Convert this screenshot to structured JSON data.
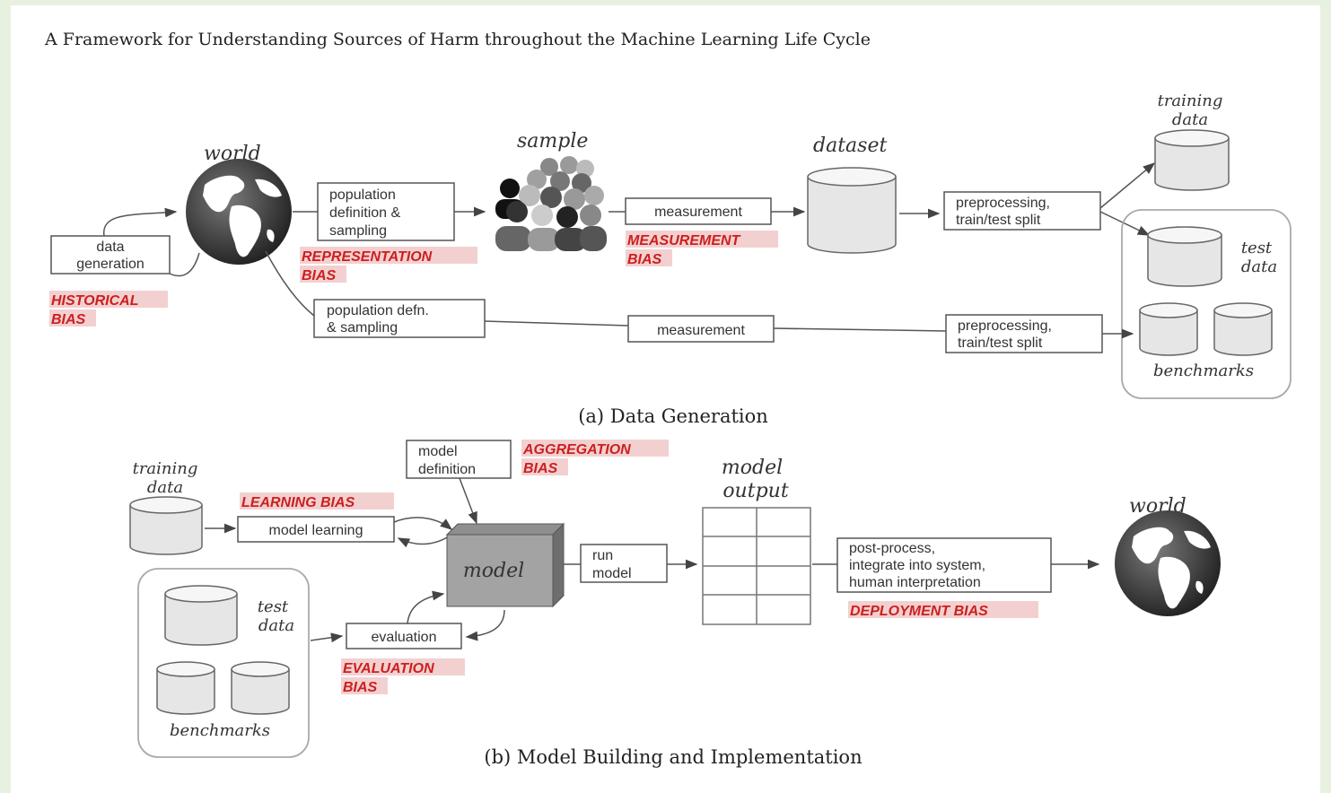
{
  "figure_title": "A Framework for Understanding Sources of Harm throughout the Machine Learning Life Cycle",
  "section_a": {
    "caption": "(a) Data Generation",
    "world_label": "world",
    "sample_label": "sample",
    "dataset_label": "dataset",
    "training_data_label": [
      "training",
      "data"
    ],
    "test_data_label": [
      "test",
      "data"
    ],
    "benchmarks_label": "benchmarks",
    "steps": {
      "data_generation": [
        "data",
        "generation"
      ],
      "population_sampling": [
        "population",
        "definition &",
        "sampling"
      ],
      "measurement_top": [
        "measurement"
      ],
      "preprocessing_top": [
        "preprocessing,",
        "train/test split"
      ],
      "population_defn": [
        "population defn.",
        "& sampling"
      ],
      "measurement_bottom": [
        "measurement"
      ],
      "preprocessing_bottom": [
        "preprocessing,",
        "train/test split"
      ]
    },
    "biases": {
      "historical": [
        "HISTORICAL",
        "BIAS"
      ],
      "representation": [
        "REPRESENTATION",
        "BIAS"
      ],
      "measurement": [
        "MEASUREMENT",
        "BIAS"
      ]
    }
  },
  "section_b": {
    "caption": "(b) Model Building and Implementation",
    "training_data_label": [
      "training",
      "data"
    ],
    "test_data_label": [
      "test",
      "data"
    ],
    "benchmarks_label": "benchmarks",
    "model_label": "model",
    "model_output_label": [
      "model",
      "output"
    ],
    "world_label": "world",
    "steps": {
      "model_definition": [
        "model",
        "definition"
      ],
      "model_learning": [
        "model learning"
      ],
      "run_model": [
        "run",
        "model"
      ],
      "evaluation": [
        "evaluation"
      ],
      "post_process": [
        "post-process,",
        "integrate into system,",
        "human interpretation"
      ]
    },
    "biases": {
      "aggregation": [
        "AGGREGATION",
        "BIAS"
      ],
      "learning": [
        "LEARNING BIAS"
      ],
      "evaluation": [
        "EVALUATION",
        "BIAS"
      ],
      "deployment": [
        "DEPLOYMENT BIAS"
      ]
    }
  },
  "colors": {
    "bias_text": "#cc1f1f",
    "bias_highlight": "#f3d0d0",
    "frame_background": "#e8f1e0"
  }
}
